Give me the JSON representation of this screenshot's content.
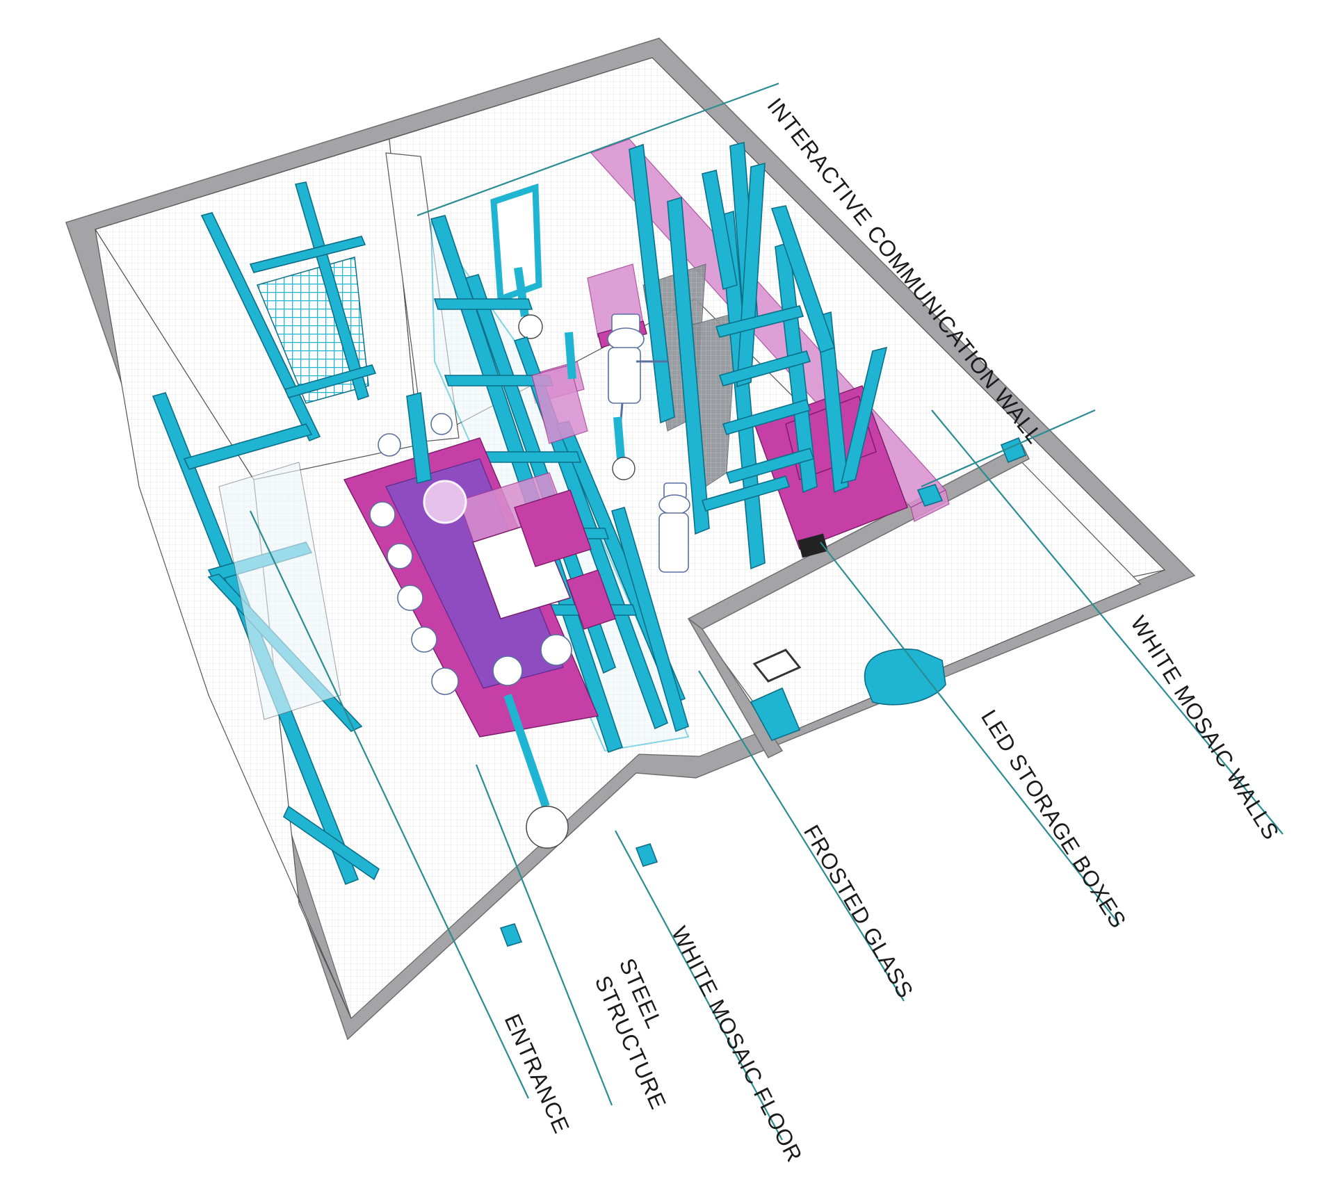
{
  "labels": {
    "interactive_wall": "INTERACTIVE COMMUNICATION WALL",
    "white_mosaic_walls": "WHITE MOSAIC WALLS",
    "led_storage": "LED  STORAGE BOXES",
    "frosted_glass": "FROSTED GLASS",
    "white_mosaic_floor": "WHITE MOSAIC FLOOR",
    "steel_structure_line1": "STEEL",
    "steel_structure_line2": "STRUCTURE",
    "entrance": "ENTRANCE"
  },
  "colors": {
    "steel": "#1fb4d1",
    "magenta": "#c53fa6",
    "frame": "#a4a4a6",
    "leader": "#2a8c92"
  }
}
